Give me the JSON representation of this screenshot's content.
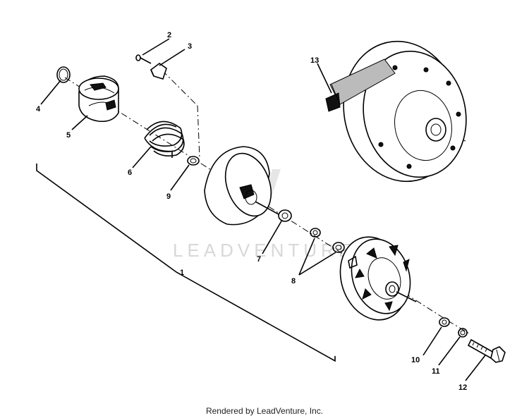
{
  "parts": {
    "p1": "1",
    "p2": "2",
    "p3": "3",
    "p4": "4",
    "p5": "5",
    "p6": "6",
    "p7": "7",
    "p8": "8",
    "p9": "9",
    "p10": "10",
    "p11": "11",
    "p12": "12",
    "p13": "13"
  },
  "watermark": "LEADVENTURE",
  "footer": "Rendered by LeadVenture, Inc."
}
